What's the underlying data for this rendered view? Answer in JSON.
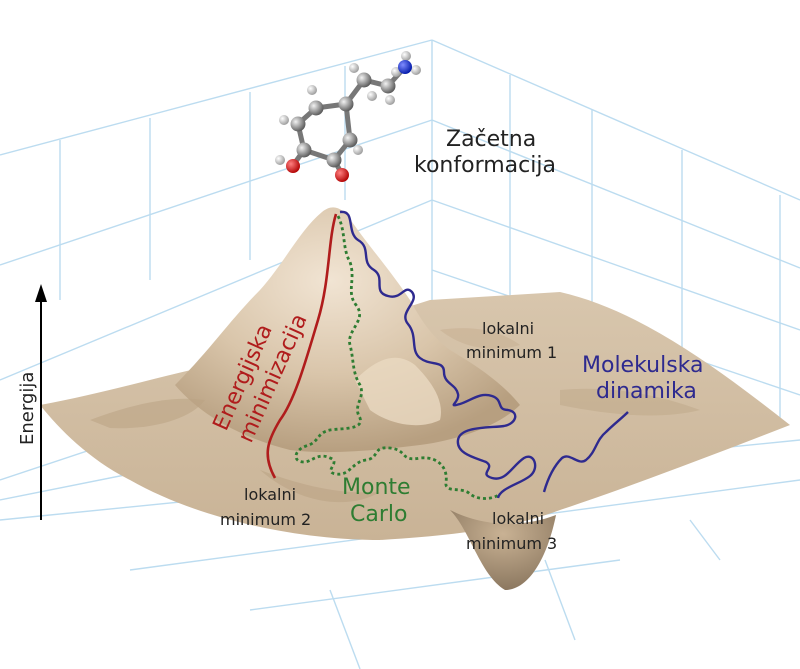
{
  "labels": {
    "start_line1": "Začetna",
    "start_line2": "konformacija",
    "axis": "Energija",
    "min1_line1": "lokalni",
    "min1_line2": "minimum 1",
    "min2_line1": "lokalni",
    "min2_line2": "minimum 2",
    "min3_line1": "lokalni",
    "min3_line2": "minimum 3",
    "md_line1": "Molekulska",
    "md_line2": "dinamika",
    "mc_line1": "Monte",
    "mc_line2": "Carlo",
    "em_line1": "Energijska",
    "em_line2": "minimizacija"
  },
  "colors": {
    "energy_minimization": "#b01c1c",
    "monte_carlo": "#2e7d32",
    "molecular_dynamics": "#2e2a8f",
    "grid": "#b9dcf2",
    "surface": "#d8c4a8",
    "text": "#222222"
  },
  "icons": {
    "molecule": "molecule-icon",
    "axis_arrow": "arrow-up-icon"
  }
}
